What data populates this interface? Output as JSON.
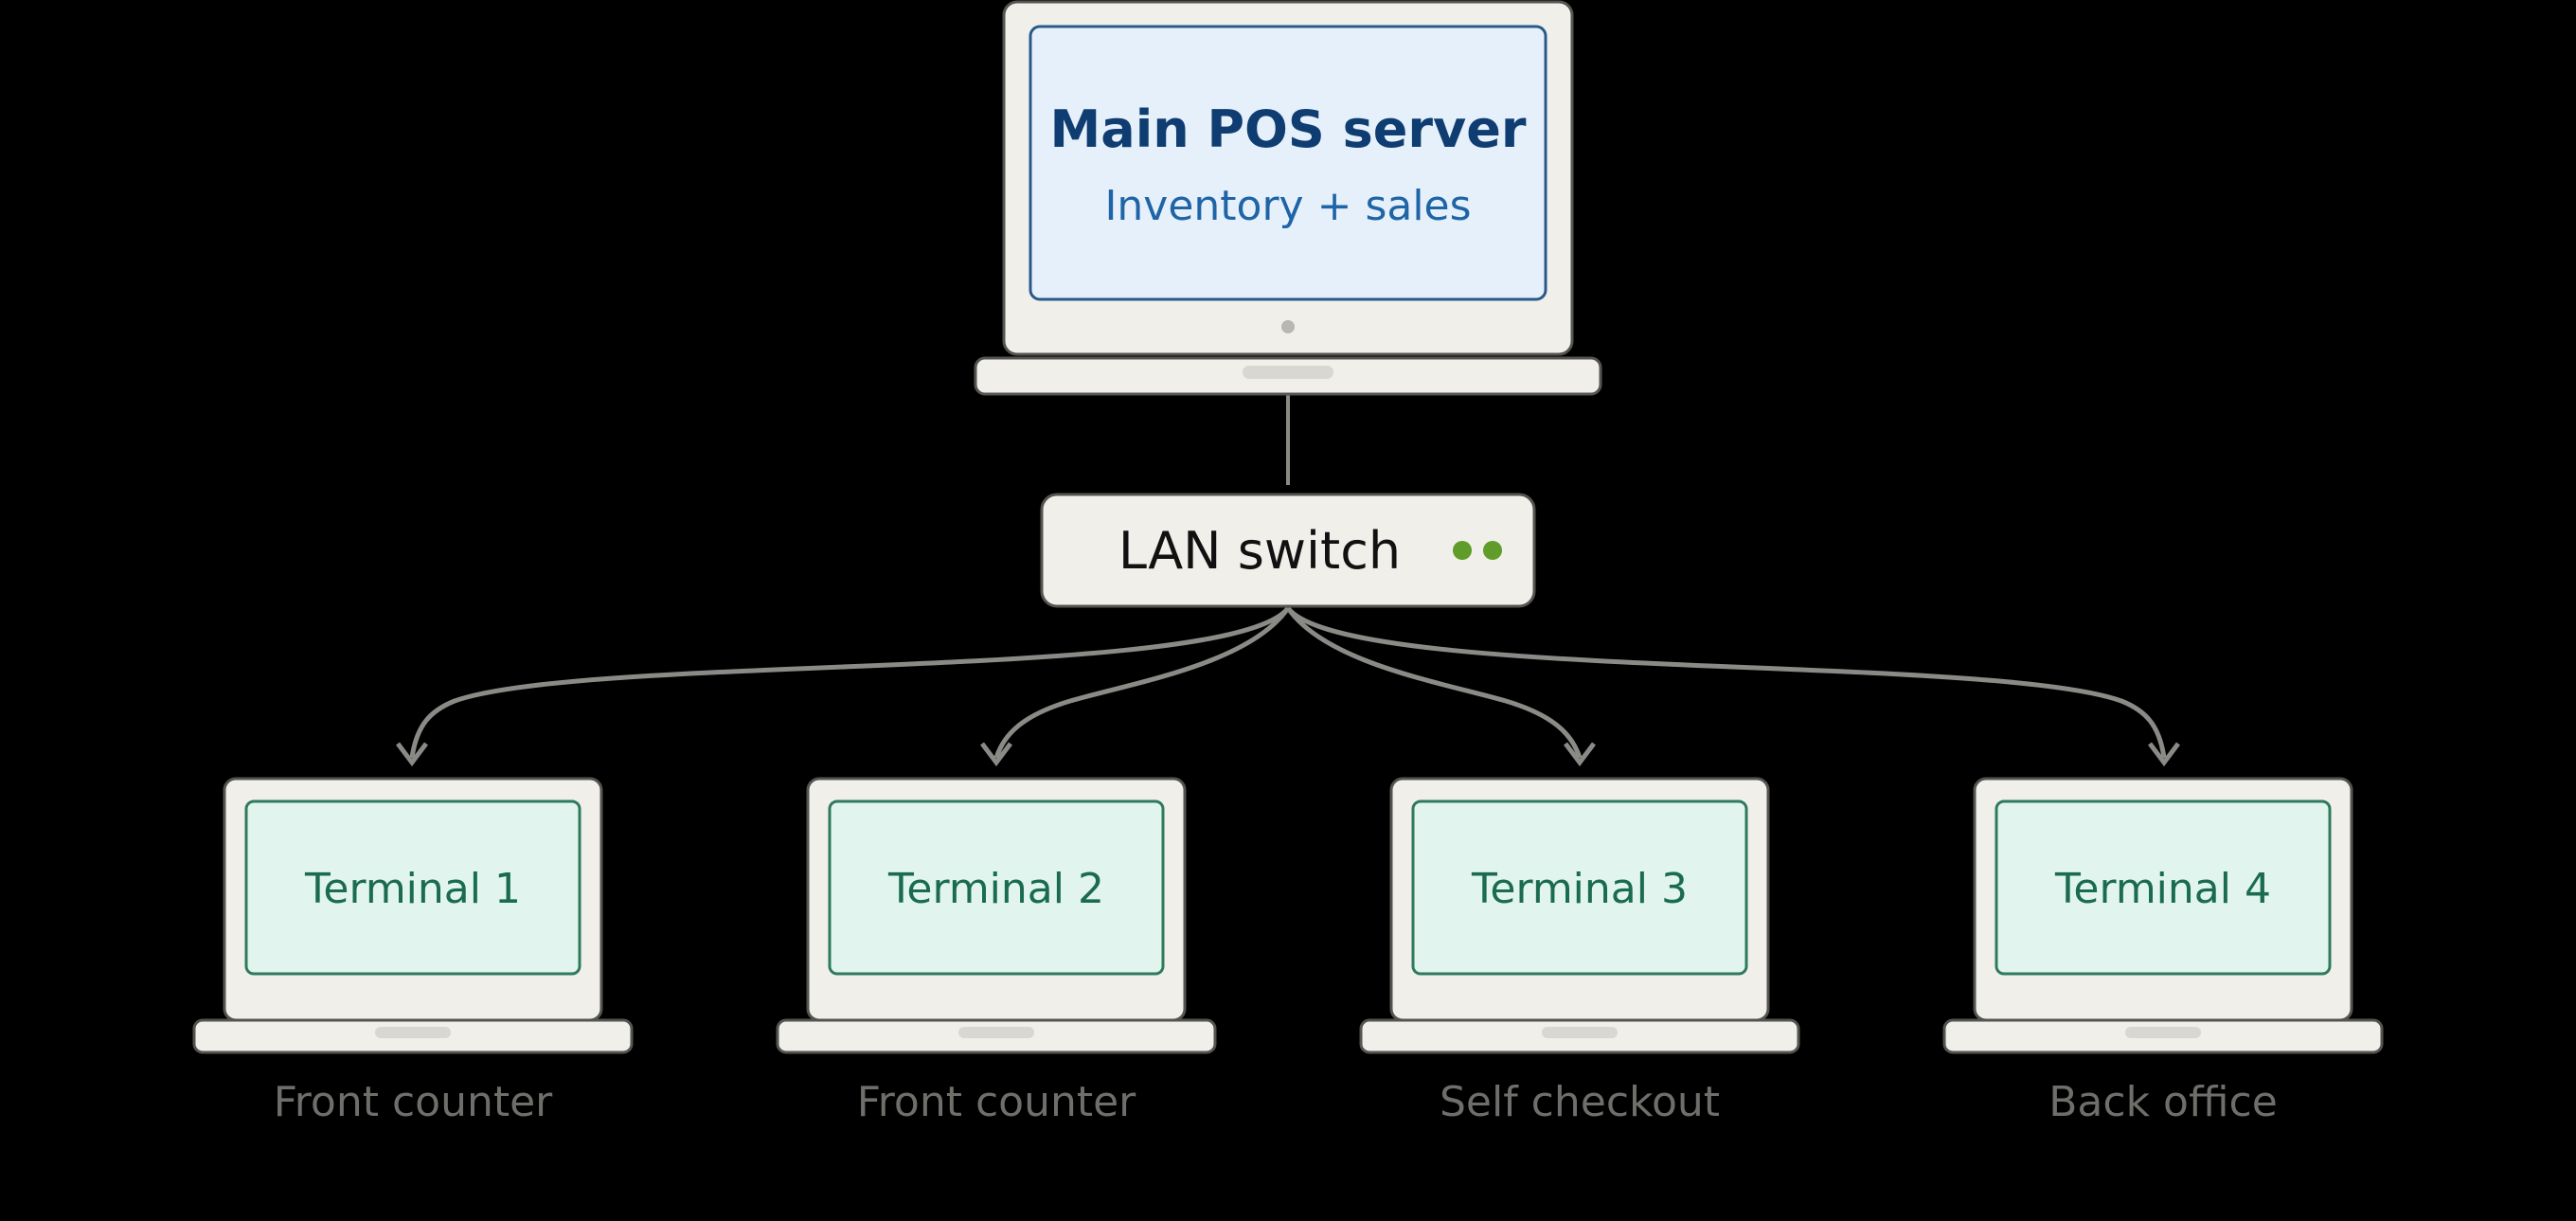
{
  "colors": {
    "background": "#000000",
    "device_body": "#f0efea",
    "device_outline": "#545450",
    "server_screen_fill": "#e6f0fa",
    "server_screen_stroke": "#2a5a8c",
    "server_title": "#0f3d72",
    "server_subtitle": "#1e64a6",
    "terminal_screen_fill": "#e1f5ee",
    "terminal_screen_stroke": "#2e7a5e",
    "terminal_text": "#1a6b51",
    "switch_text": "#111111",
    "status_led": "#5f9c2a",
    "connector": "#8a8a86",
    "caption": "#6e6e6a"
  },
  "server": {
    "title": "Main POS server",
    "subtitle": "Inventory + sales"
  },
  "switch": {
    "label": "LAN switch",
    "status_icon": "status-led-icon"
  },
  "terminals": [
    {
      "label": "Terminal 1",
      "location": "Front counter"
    },
    {
      "label": "Terminal 2",
      "location": "Front counter"
    },
    {
      "label": "Terminal 3",
      "location": "Self checkout"
    },
    {
      "label": "Terminal 4",
      "location": "Back office"
    }
  ]
}
